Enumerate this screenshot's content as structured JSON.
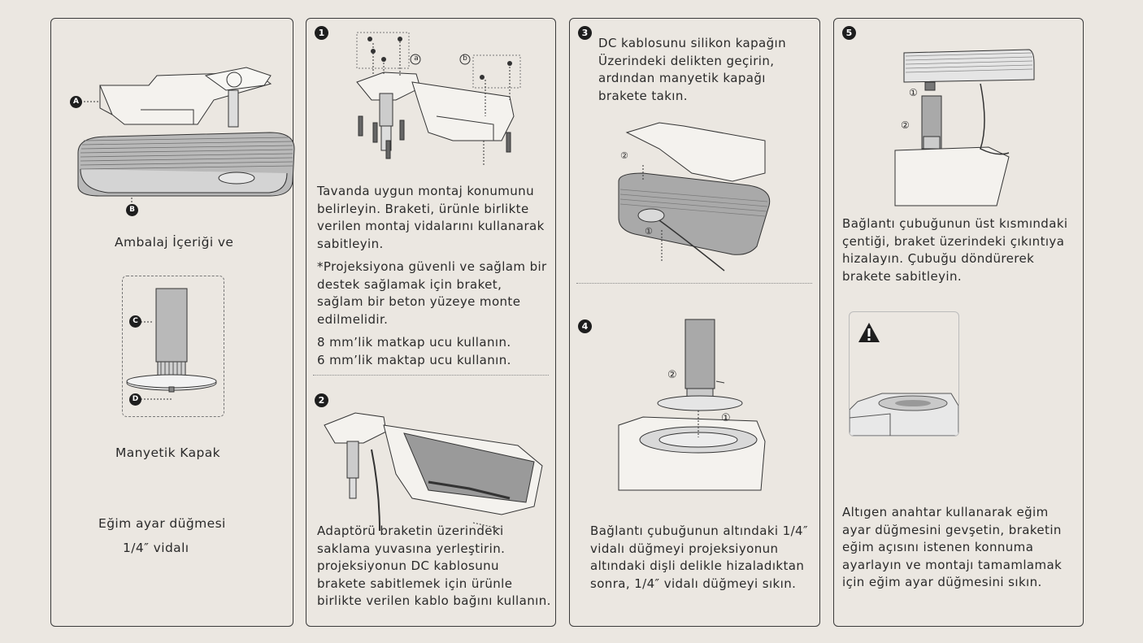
{
  "contents": {
    "label_a": "A",
    "label_b": "B",
    "label_c": "C",
    "label_d": "D",
    "caption_1": "Ambalaj İçeriği ve",
    "caption_2": "Manyetik Kapak",
    "caption_3": "Eğim ayar düğmesi",
    "caption_4": "1/4″ vidalı"
  },
  "step1": {
    "num": "1",
    "sub_a": "a",
    "sub_b": "b",
    "text": "Tavanda uygun montaj konumunu belirleyin. Braketi, ürünle birlikte verilen montaj vidalarını kullanarak sabitleyin.",
    "note": "*Projeksiyona güvenli ve sağlam bir destek sağlamak için braket, sağlam bir beton yüzeye monte edilmelidir.",
    "drill_1": "8 mm’lik matkap ucu kullanın.",
    "drill_2": "6 mm’lik maktap ucu kullanın."
  },
  "step2": {
    "num": "2",
    "text": "Adaptörü braketin üzerindeki saklama yuvasına yerleştirin. projeksiyonun DC kablosunu brakete sabitlemek için ürünle birlikte verilen kablo bağını kullanın."
  },
  "step3": {
    "num": "3",
    "text": "DC kablosunu silikon kapağın Üzerindeki delikten geçirin, ardından manyetik kapağı brakete takın.",
    "mark_1": "①",
    "mark_2": "②"
  },
  "step4": {
    "num": "4",
    "mark_1": "①",
    "mark_2": "②",
    "text": "Bağlantı çubuğunun altındaki 1/4″ vidalı düğmeyi projeksiyonun altındaki dişli delikle hizaladıktan sonra, 1/4″ vidalı düğmeyi sıkın."
  },
  "step5": {
    "num": "5",
    "mark_1": "①",
    "mark_2": "②",
    "text": "Bağlantı çubuğunun üst kısmındaki çentiği, braket üzerindeki çıkıntıya hizalayın. Çubuğu döndürerek brakete sabitleyin.",
    "warning_text": "Altıgen anahtar kullanarak eğim ayar düğmesini gevşetin, braketin eğim açısını istenen konnuma ayarlayın ve montajı tamamlamak için eğim ayar düğmesini sıkın."
  },
  "icons": {
    "warning": "warning-triangle-icon"
  },
  "colors": {
    "background": "#ebe7e1",
    "border": "#3a3a3a",
    "badge": "#1e1e1e",
    "device_gray": "#8f8f8f"
  }
}
